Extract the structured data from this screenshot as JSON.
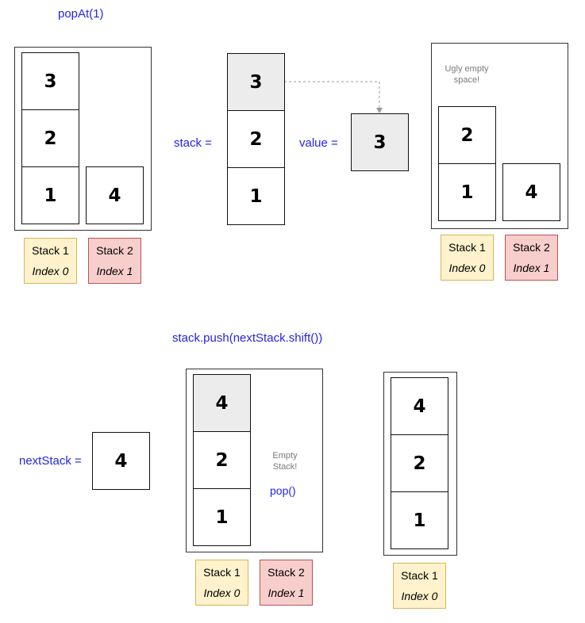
{
  "top": {
    "title": "popAt(1)",
    "before": {
      "stack1": [
        "3",
        "2",
        "1"
      ],
      "stack2": [
        "4"
      ]
    },
    "stack_label": "stack =",
    "stack_values": [
      "3",
      "2",
      "1"
    ],
    "value_label": "value =",
    "value": "3",
    "after_note": "Ugly empty space!",
    "after": {
      "stack1": [
        "2",
        "1"
      ],
      "stack2": [
        "4"
      ]
    }
  },
  "bottom": {
    "title": "stack.push(nextStack.shift())",
    "next_label": "nextStack =",
    "next_value": "4",
    "stack_values": [
      "4",
      "2",
      "1"
    ],
    "empty_note": "Empty Stack!",
    "pop_label": "pop()",
    "result_values": [
      "4",
      "2",
      "1"
    ]
  },
  "tags": {
    "stack1": "Stack 1",
    "stack2": "Stack 2",
    "index0": "Index 0",
    "index1": "Index 1"
  },
  "colors": {
    "label_blue": "#2424e6",
    "tag_yellow": "#fff2cc",
    "tag_red": "#f8cecc",
    "highlight": "#ececec"
  }
}
